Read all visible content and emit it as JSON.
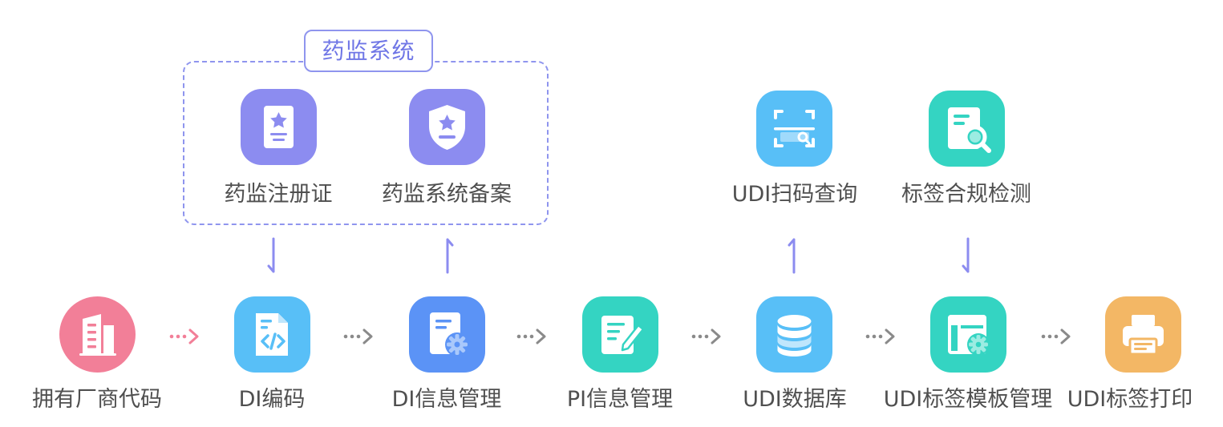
{
  "colors": {
    "purple": "#8c8cf0",
    "blue_light": "#58bff7",
    "blue_mid": "#5b93f6",
    "teal": "#34d4c2",
    "pink": "#f27f98",
    "orange": "#f3b765",
    "gray_arrow": "#8a8a8a",
    "dash": "#8f95ee"
  },
  "group": {
    "title": "药监系统",
    "items": [
      {
        "label": "药监注册证",
        "icon": "certificate-star-icon"
      },
      {
        "label": "药监系统备案",
        "icon": "shield-star-icon"
      }
    ]
  },
  "top_right": [
    {
      "label": "UDI扫码查询",
      "icon": "scan-search-icon"
    },
    {
      "label": "标签合规检测",
      "icon": "document-search-icon"
    }
  ],
  "flow": [
    {
      "label": "拥有厂商代码",
      "icon": "building-icon"
    },
    {
      "label": "DI编码",
      "icon": "code-file-icon"
    },
    {
      "label": "DI信息管理",
      "icon": "document-gear-icon"
    },
    {
      "label": "PI信息管理",
      "icon": "edit-note-icon"
    },
    {
      "label": "UDI数据库",
      "icon": "database-icon"
    },
    {
      "label": "UDI标签模板管理",
      "icon": "template-gear-icon"
    },
    {
      "label": "UDI标签打印",
      "icon": "printer-icon"
    }
  ]
}
